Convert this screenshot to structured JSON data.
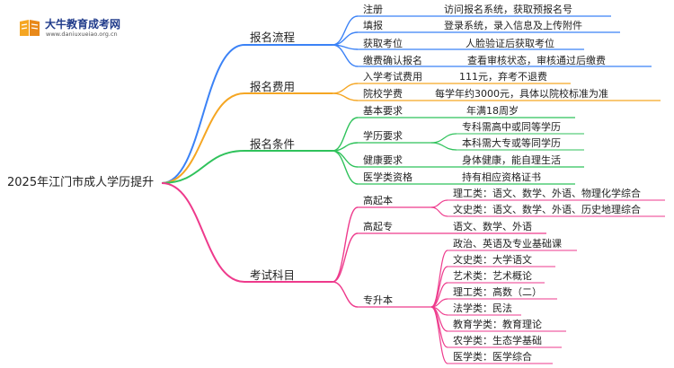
{
  "logo": {
    "title": "大牛教育成考网",
    "subtitle": "www.daniuxueiao.org.cn"
  },
  "root": "2025年江门市成人学历提升",
  "colors": {
    "blue": "#3b82f6",
    "orange": "#f5a623",
    "green": "#2fc25b",
    "pink": "#ee3a8c"
  },
  "branches": {
    "flow": {
      "label": "报名流程",
      "items": [
        {
          "name": "注册",
          "desc": "访问报名系统，获取预报名号"
        },
        {
          "name": "填报",
          "desc": "登录系统，录入信息及上传附件"
        },
        {
          "name": "获取考位",
          "desc": "人脸验证后获取考位"
        },
        {
          "name": "缴费确认报名",
          "desc": "查看审核状态，审核通过后缴费"
        }
      ]
    },
    "fee": {
      "label": "报名费用",
      "items": [
        {
          "name": "入学考试费用",
          "desc": "111元，弃考不退费"
        },
        {
          "name": "院校学费",
          "desc": "每学年约3000元，具体以院校标准为准"
        }
      ]
    },
    "cond": {
      "label": "报名条件",
      "items": [
        {
          "name": "基本要求",
          "desc": "年满18周岁"
        },
        {
          "name": "学历要求",
          "subs": [
            "专科需高中或同等学历",
            "本科需大专或等同学历"
          ]
        },
        {
          "name": "健康要求",
          "desc": "身体健康，能自理生活"
        },
        {
          "name": "医学类资格",
          "desc": "持有相应资格证书"
        }
      ]
    },
    "exam": {
      "label": "考试科目",
      "gqb": {
        "name": "高起本",
        "subs": [
          "理工类：语文、数学、外语、物理化学综合",
          "文史类：语文、数学、外语、历史地理综合"
        ]
      },
      "gqz": {
        "name": "高起专",
        "desc": "语文、数学、外语"
      },
      "zsb": {
        "name": "专升本",
        "subs": [
          "政治、英语及专业基础课",
          "文史类：大学语文",
          "艺术类：艺术概论",
          "理工类：高数（二）",
          "法学类：民法",
          "教育学类：教育理论",
          "农学类：生态学基础",
          "医学类：医学综合"
        ]
      }
    }
  }
}
